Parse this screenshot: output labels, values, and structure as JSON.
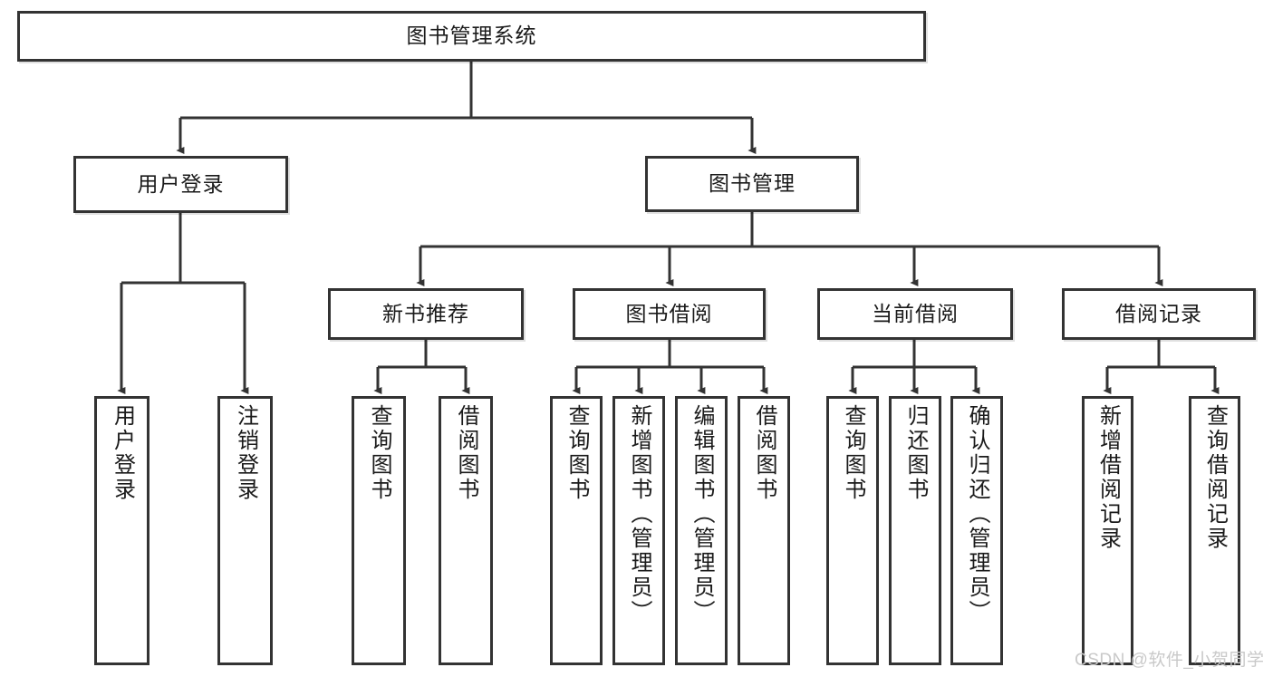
{
  "diagram": {
    "type": "tree-hierarchy-chart",
    "title": "图书管理系统",
    "orientation": "top-down",
    "colors": {
      "background": "#ffffff",
      "box_border": "#333333",
      "box_fill": "#ffffff",
      "connector": "#333333",
      "text": "#1a1a1a",
      "watermark": "#c9c9c9"
    },
    "root": {
      "id": "root",
      "label": "图书管理系统"
    },
    "level1": [
      {
        "id": "user-login",
        "label": "用户登录"
      },
      {
        "id": "book-management",
        "label": "图书管理"
      }
    ],
    "level2": [
      {
        "id": "new-book-recommend",
        "label": "新书推荐",
        "parent": "book-management"
      },
      {
        "id": "book-borrow",
        "label": "图书借阅",
        "parent": "book-management"
      },
      {
        "id": "current-borrow",
        "label": "当前借阅",
        "parent": "book-management"
      },
      {
        "id": "borrow-record",
        "label": "借阅记录",
        "parent": "book-management"
      }
    ],
    "leaves": {
      "user-login": [
        {
          "id": "leaf-user-login",
          "label": "用户登录"
        },
        {
          "id": "leaf-logout-login",
          "label": "注销登录"
        }
      ],
      "new-book-recommend": [
        {
          "id": "leaf-query-books-1",
          "label": "查询图书"
        },
        {
          "id": "leaf-borrow-books-1",
          "label": "借阅图书"
        }
      ],
      "book-borrow": [
        {
          "id": "leaf-query-books-2",
          "label": "查询图书"
        },
        {
          "id": "leaf-add-book",
          "label": "新增图书（管理员）"
        },
        {
          "id": "leaf-edit-book",
          "label": "编辑图书（管理员）"
        },
        {
          "id": "leaf-borrow-books-2",
          "label": "借阅图书"
        }
      ],
      "current-borrow": [
        {
          "id": "leaf-query-books-3",
          "label": "查询图书"
        },
        {
          "id": "leaf-return-books",
          "label": "归还图书"
        },
        {
          "id": "leaf-confirm-return",
          "label": "确认归还（管理员）"
        }
      ],
      "borrow-record": [
        {
          "id": "leaf-add-record",
          "label": "新增借阅记录"
        },
        {
          "id": "leaf-query-record",
          "label": "查询借阅记录"
        }
      ]
    }
  },
  "watermark": {
    "text": "CSDN @软件_小贺同学"
  }
}
